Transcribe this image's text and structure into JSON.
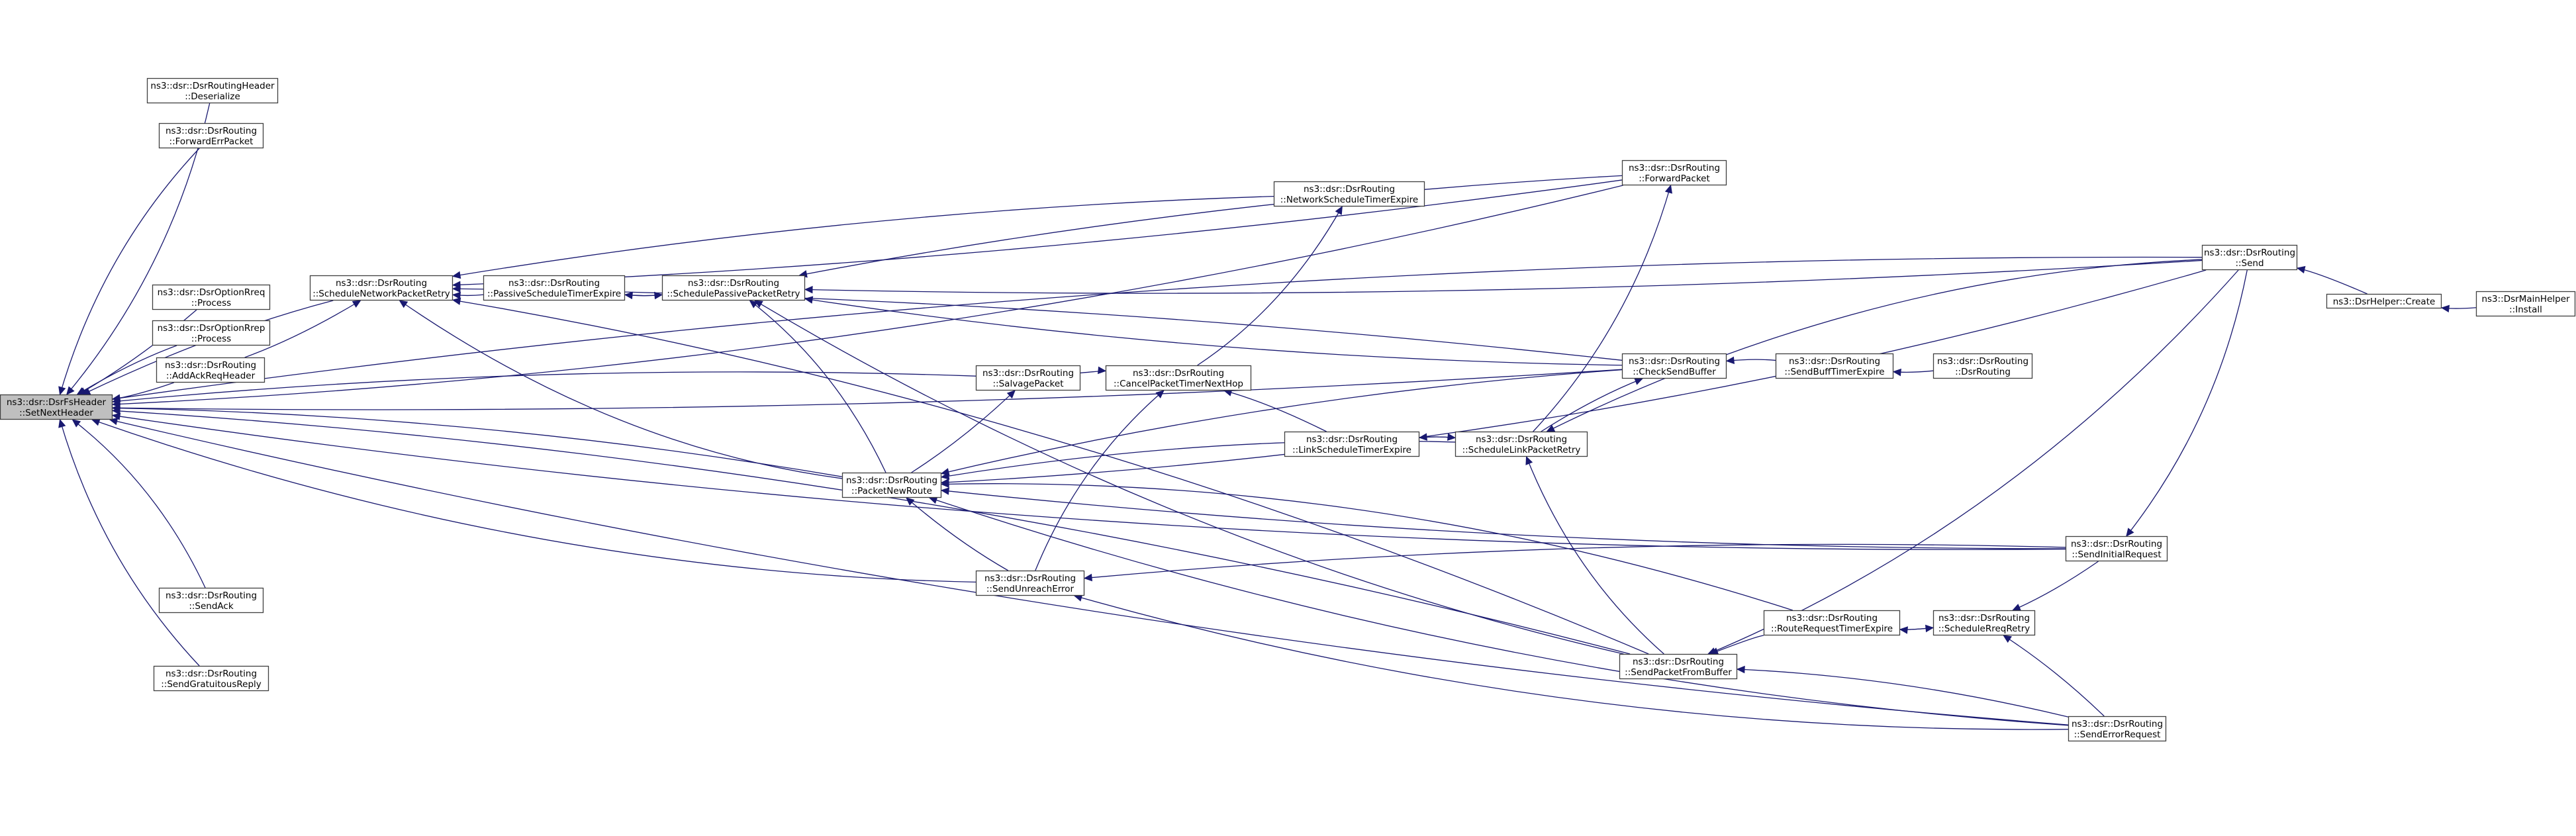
{
  "diagram": {
    "type": "call-graph",
    "root": "setnextheader",
    "nodes": [
      {
        "id": "setnextheader",
        "lines": [
          "ns3::dsr::DsrFsHeader",
          "::SetNextHeader"
        ],
        "root": true
      },
      {
        "id": "hdr_deserialize",
        "lines": [
          "ns3::dsr::DsrRoutingHeader",
          "::Deserialize"
        ]
      },
      {
        "id": "forwarderrpacket",
        "lines": [
          "ns3::dsr::DsrRouting",
          "::ForwardErrPacket"
        ]
      },
      {
        "id": "optrreq_process",
        "lines": [
          "ns3::dsr::DsrOptionRreq",
          "::Process"
        ]
      },
      {
        "id": "optrrep_process",
        "lines": [
          "ns3::dsr::DsrOptionRrep",
          "::Process"
        ]
      },
      {
        "id": "addackreqheader",
        "lines": [
          "ns3::dsr::DsrRouting",
          "::AddAckReqHeader"
        ]
      },
      {
        "id": "sendack",
        "lines": [
          "ns3::dsr::DsrRouting",
          "::SendAck"
        ]
      },
      {
        "id": "sendgratuitousreply",
        "lines": [
          "ns3::dsr::DsrRouting",
          "::SendGratuitousReply"
        ]
      },
      {
        "id": "schedulenetworkpacketretry",
        "lines": [
          "ns3::dsr::DsrRouting",
          "::ScheduleNetworkPacketRetry"
        ]
      },
      {
        "id": "passivescheduletimerexpire",
        "lines": [
          "ns3::dsr::DsrRouting",
          "::PassiveScheduleTimerExpire"
        ]
      },
      {
        "id": "schedulepassivepacketretry",
        "lines": [
          "ns3::dsr::DsrRouting",
          "::SchedulePassivePacketRetry"
        ]
      },
      {
        "id": "salvagepacket",
        "lines": [
          "ns3::dsr::DsrRouting",
          "::SalvagePacket"
        ]
      },
      {
        "id": "packetnewroute",
        "lines": [
          "ns3::dsr::DsrRouting",
          "::PacketNewRoute"
        ]
      },
      {
        "id": "sendunreacherror",
        "lines": [
          "ns3::dsr::DsrRouting",
          "::SendUnreachError"
        ]
      },
      {
        "id": "cancelpackettimernexthop",
        "lines": [
          "ns3::dsr::DsrRouting",
          "::CancelPacketTimerNextHop"
        ]
      },
      {
        "id": "networkscheduletimerexpire",
        "lines": [
          "ns3::dsr::DsrRouting",
          "::NetworkScheduleTimerExpire"
        ]
      },
      {
        "id": "linkscheduletimerexpire",
        "lines": [
          "ns3::dsr::DsrRouting",
          "::LinkScheduleTimerExpire"
        ]
      },
      {
        "id": "forwardpacket",
        "lines": [
          "ns3::dsr::DsrRouting",
          "::ForwardPacket"
        ]
      },
      {
        "id": "checksendbuffer",
        "lines": [
          "ns3::dsr::DsrRouting",
          "::CheckSendBuffer"
        ]
      },
      {
        "id": "schedulelinkpacketretry",
        "lines": [
          "ns3::dsr::DsrRouting",
          "::ScheduleLinkPacketRetry"
        ]
      },
      {
        "id": "sendpacketfrombuffer",
        "lines": [
          "ns3::dsr::DsrRouting",
          "::SendPacketFromBuffer"
        ]
      },
      {
        "id": "sendbufftimerexpire",
        "lines": [
          "ns3::dsr::DsrRouting",
          "::SendBuffTimerExpire"
        ]
      },
      {
        "id": "dsrrouting_ctor",
        "lines": [
          "ns3::dsr::DsrRouting",
          "::DsrRouting"
        ]
      },
      {
        "id": "routerequesttimerexpire",
        "lines": [
          "ns3::dsr::DsrRouting",
          "::RouteRequestTimerExpire"
        ]
      },
      {
        "id": "schedulerreqretry",
        "lines": [
          "ns3::dsr::DsrRouting",
          "::ScheduleRreqRetry"
        ]
      },
      {
        "id": "sendinitialrequest",
        "lines": [
          "ns3::dsr::DsrRouting",
          "::SendInitialRequest"
        ]
      },
      {
        "id": "senderrorrequest",
        "lines": [
          "ns3::dsr::DsrRouting",
          "::SendErrorRequest"
        ]
      },
      {
        "id": "send",
        "lines": [
          "ns3::dsr::DsrRouting",
          "::Send"
        ]
      },
      {
        "id": "dsrhelper_create",
        "lines": [
          "ns3::DsrHelper::Create"
        ]
      },
      {
        "id": "dsrmainhelper_install",
        "lines": [
          "ns3::DsrMainHelper",
          "::Install"
        ]
      }
    ],
    "edges": [
      [
        "hdr_deserialize",
        "setnextheader"
      ],
      [
        "forwarderrpacket",
        "setnextheader"
      ],
      [
        "optrreq_process",
        "setnextheader"
      ],
      [
        "optrrep_process",
        "setnextheader"
      ],
      [
        "addackreqheader",
        "setnextheader"
      ],
      [
        "sendack",
        "setnextheader"
      ],
      [
        "sendgratuitousreply",
        "setnextheader"
      ],
      [
        "schedulenetworkpacketretry",
        "setnextheader"
      ],
      [
        "forwardpacket",
        "setnextheader"
      ],
      [
        "send",
        "setnextheader"
      ],
      [
        "checksendbuffer",
        "setnextheader"
      ],
      [
        "salvagepacket",
        "setnextheader"
      ],
      [
        "sendinitialrequest",
        "setnextheader"
      ],
      [
        "packetnewroute",
        "setnextheader"
      ],
      [
        "sendunreacherror",
        "setnextheader"
      ],
      [
        "sendpacketfrombuffer",
        "setnextheader"
      ],
      [
        "senderrorrequest",
        "setnextheader"
      ],
      [
        "addackreqheader",
        "schedulenetworkpacketretry"
      ],
      [
        "passivescheduletimerexpire",
        "schedulenetworkpacketretry"
      ],
      [
        "networkscheduletimerexpire",
        "schedulenetworkpacketretry"
      ],
      [
        "forwardpacket",
        "schedulenetworkpacketretry"
      ],
      [
        "checksendbuffer",
        "schedulenetworkpacketretry"
      ],
      [
        "packetnewroute",
        "schedulenetworkpacketretry"
      ],
      [
        "sendpacketfrombuffer",
        "schedulenetworkpacketretry"
      ],
      [
        "schedulepassivepacketretry",
        "passivescheduletimerexpire"
      ],
      [
        "passivescheduletimerexpire",
        "schedulepassivepacketretry"
      ],
      [
        "send",
        "schedulepassivepacketretry"
      ],
      [
        "forwardpacket",
        "schedulepassivepacketretry"
      ],
      [
        "checksendbuffer",
        "schedulepassivepacketretry"
      ],
      [
        "packetnewroute",
        "schedulepassivepacketretry"
      ],
      [
        "sendpacketfrombuffer",
        "schedulepassivepacketretry"
      ],
      [
        "packetnewroute",
        "salvagepacket"
      ],
      [
        "salvagepacket",
        "cancelpackettimernexthop"
      ],
      [
        "cancelpackettimernexthop",
        "networkscheduletimerexpire"
      ],
      [
        "sendunreacherror",
        "cancelpackettimernexthop"
      ],
      [
        "linkscheduletimerexpire",
        "cancelpackettimernexthop"
      ],
      [
        "sendunreacherror",
        "packetnewroute"
      ],
      [
        "checksendbuffer",
        "packetnewroute"
      ],
      [
        "send",
        "packetnewroute"
      ],
      [
        "schedulelinkpacketretry",
        "packetnewroute"
      ],
      [
        "sendinitialrequest",
        "packetnewroute"
      ],
      [
        "routerequesttimerexpire",
        "packetnewroute"
      ],
      [
        "senderrorrequest",
        "packetnewroute"
      ],
      [
        "sendinitialrequest",
        "sendunreacherror"
      ],
      [
        "senderrorrequest",
        "sendunreacherror"
      ],
      [
        "schedulelinkpacketretry",
        "linkscheduletimerexpire"
      ],
      [
        "linkscheduletimerexpire",
        "schedulelinkpacketretry"
      ],
      [
        "schedulelinkpacketretry",
        "forwardpacket"
      ],
      [
        "schedulelinkpacketretry",
        "checksendbuffer"
      ],
      [
        "send",
        "schedulelinkpacketretry"
      ],
      [
        "sendpacketfrombuffer",
        "schedulelinkpacketretry"
      ],
      [
        "sendbufftimerexpire",
        "checksendbuffer"
      ],
      [
        "dsrrouting_ctor",
        "sendbufftimerexpire"
      ],
      [
        "routerequesttimerexpire",
        "sendpacketfrombuffer"
      ],
      [
        "send",
        "sendpacketfrombuffer"
      ],
      [
        "senderrorrequest",
        "sendpacketfrombuffer"
      ],
      [
        "schedulerreqretry",
        "routerequesttimerexpire"
      ],
      [
        "routerequesttimerexpire",
        "schedulerreqretry"
      ],
      [
        "sendinitialrequest",
        "schedulerreqretry"
      ],
      [
        "senderrorrequest",
        "schedulerreqretry"
      ],
      [
        "send",
        "sendinitialrequest"
      ],
      [
        "dsrhelper_create",
        "send"
      ],
      [
        "dsrmainhelper_install",
        "dsrhelper_create"
      ]
    ]
  }
}
